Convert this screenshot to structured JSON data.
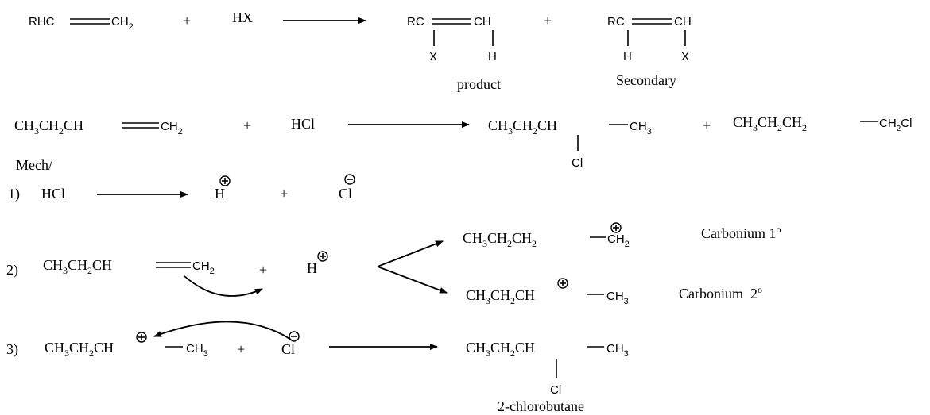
{
  "reaction1": {
    "reactant": [
      "RHC",
      "CH",
      "2"
    ],
    "plus": "+",
    "reagent": "HX",
    "product_main": {
      "left": "RC",
      "right": "CH",
      "sub_left": "X",
      "sub_right": "H",
      "label": "product"
    },
    "product_secondary": {
      "left": "RC",
      "right": "CH",
      "sub_left": "H",
      "sub_right": "X",
      "label": "Secondary"
    }
  },
  "reaction2": {
    "reactant": [
      "CH",
      "3",
      "CH",
      "2",
      "CH",
      "CH",
      "2"
    ],
    "plus": "+",
    "reagent": "HCl",
    "product_main": [
      "CH",
      "3",
      "CH",
      "2",
      "CH",
      "CH",
      "3"
    ],
    "product_main_sub": "Cl",
    "product_minor": [
      "CH",
      "3",
      "CH",
      "2",
      "CH",
      "2",
      "CH",
      "2",
      "Cl"
    ]
  },
  "mechanism": {
    "title": "Mech/",
    "step1": {
      "number": "1)",
      "reagent": "HCl",
      "proton": "H",
      "plus": "+",
      "chloride": "Cl"
    },
    "step2": {
      "number": "2)",
      "reactant": [
        "CH",
        "3",
        "CH",
        "2",
        "CH",
        "CH",
        "2"
      ],
      "plus": "+",
      "proton": "H",
      "product_primary": [
        "CH",
        "3",
        "CH",
        "2",
        "CH",
        "2",
        "CH",
        "2"
      ],
      "label_primary": "Carbonium 1",
      "degree_primary": "o",
      "product_secondary": [
        "CH",
        "3",
        "CH",
        "2",
        "CH",
        "CH",
        "3"
      ],
      "label_secondary": "Carbonium  2",
      "degree_secondary": "o"
    },
    "step3": {
      "number": "3)",
      "reactant": [
        "CH",
        "3",
        "CH",
        "2",
        "CH",
        "CH",
        "3"
      ],
      "plus": "+",
      "chloride": "Cl",
      "product": [
        "CH",
        "3",
        "CH",
        "2",
        "CH",
        "CH",
        "3"
      ],
      "product_sub": "Cl",
      "product_label": "2-chlorobutane"
    }
  }
}
